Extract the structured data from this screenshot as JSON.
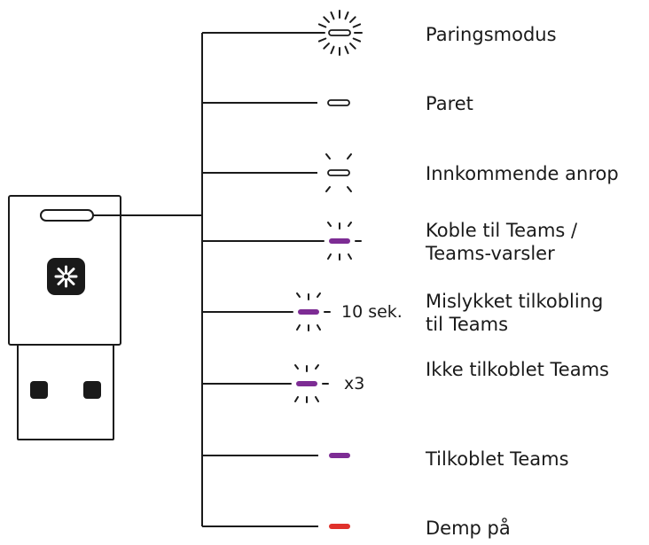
{
  "states": [
    {
      "id": "pairing-mode",
      "lines": [
        "Paringsmodus"
      ],
      "color": "#8c8c8c",
      "indicator": "blinking-ring",
      "note": ""
    },
    {
      "id": "paired",
      "lines": [
        "Paret"
      ],
      "color": "#8c8c8c",
      "indicator": "solid",
      "note": ""
    },
    {
      "id": "incoming-call",
      "lines": [
        "Innkommende anrop"
      ],
      "color": "#8c8c8c",
      "indicator": "pulsing",
      "note": ""
    },
    {
      "id": "connect-to-teams",
      "lines": [
        "Koble til Teams /",
        "Teams-varsler"
      ],
      "color": "#7d2c94",
      "indicator": "blinking",
      "note": ""
    },
    {
      "id": "teams-connection-failed",
      "lines": [
        "Mislykket tilkobling",
        "til Teams"
      ],
      "color": "#7d2c94",
      "indicator": "blinking",
      "note": "10 sek."
    },
    {
      "id": "teams-not-connected",
      "lines": [
        "Ikke tilkoblet Teams"
      ],
      "color": "#7d2c94",
      "indicator": "blinking",
      "note": "x3"
    },
    {
      "id": "teams-connected",
      "lines": [
        "Tilkoblet Teams"
      ],
      "color": "#7d2c94",
      "indicator": "solid",
      "note": ""
    },
    {
      "id": "mute-on",
      "lines": [
        "Demp på"
      ],
      "color": "#e0312b",
      "indicator": "solid",
      "note": ""
    }
  ],
  "colors": {
    "line": "#1a1a1a",
    "device_outline": "#1a1a1a",
    "white_led": "#8c8c8c",
    "teams_purple": "#7d2c94",
    "mute_red": "#e0312b"
  },
  "icons": {
    "device": "usb-dongle-icon",
    "logo": "teams-asterisk-logo-icon"
  }
}
